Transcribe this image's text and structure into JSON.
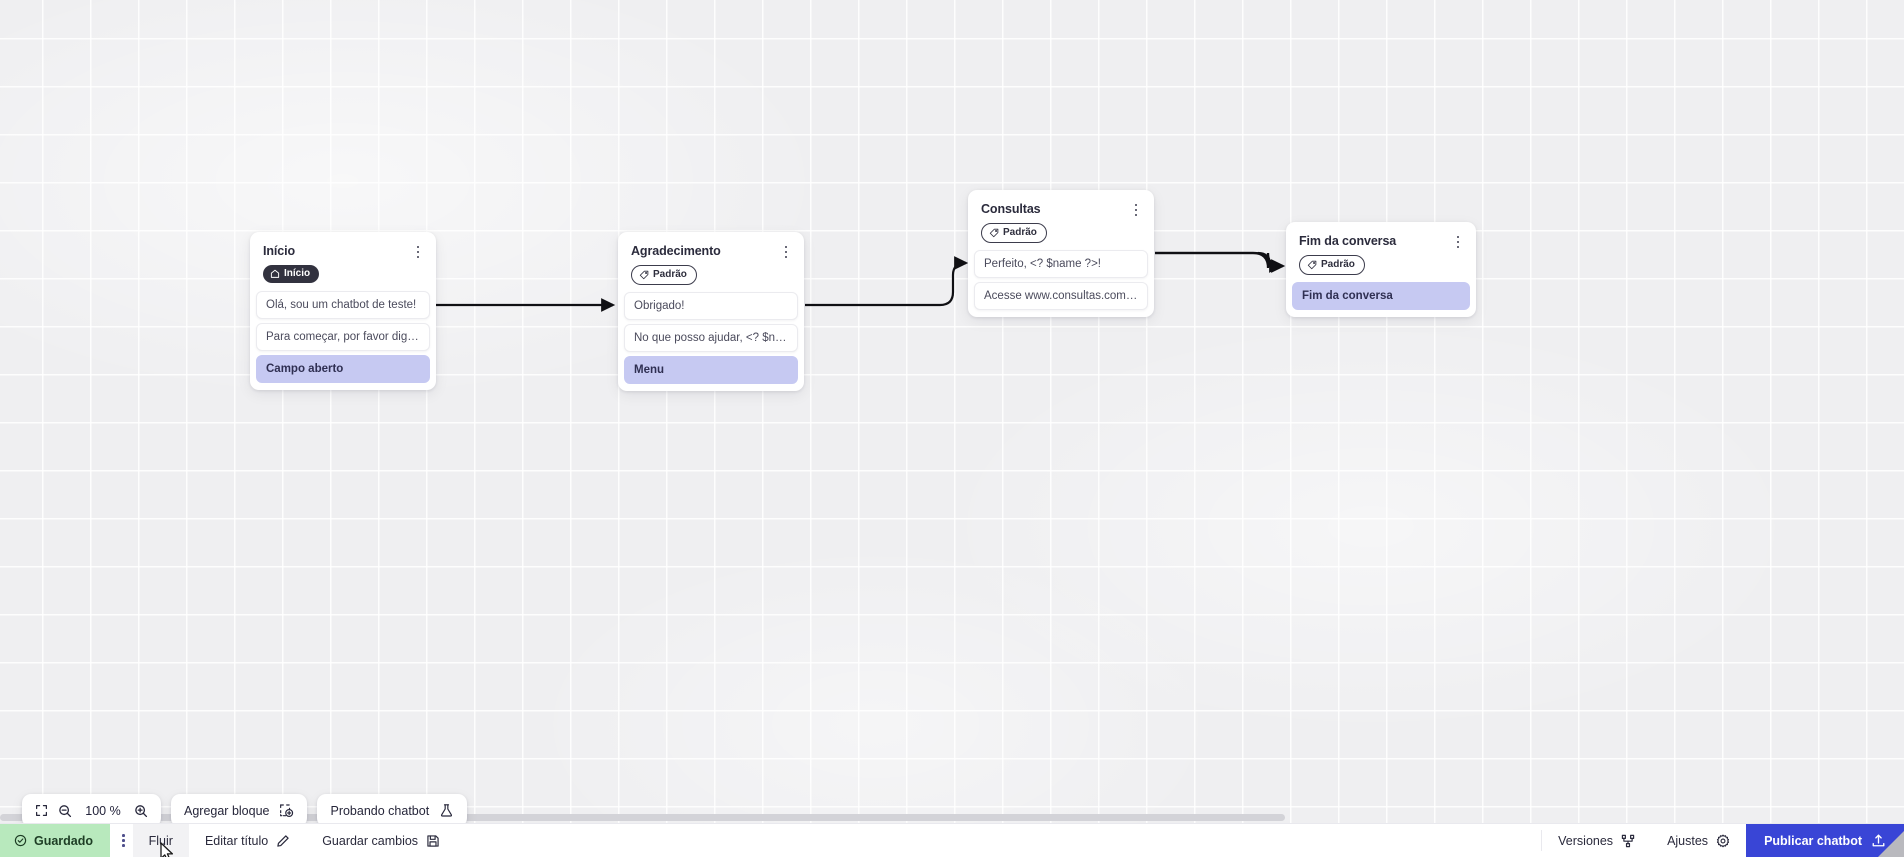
{
  "canvas": {
    "zoom_level": "100 %",
    "grid": "dotted-grid"
  },
  "nodes": [
    {
      "id": "inicio",
      "title": "Início",
      "badge": {
        "label": "Início",
        "style": "dark",
        "icon": "home-icon"
      },
      "items": [
        {
          "text": "Olá, sou um chatbot de teste!",
          "accent": false
        },
        {
          "text": "Para começar, por favor digite o ...",
          "accent": false
        },
        {
          "text": "Campo aberto",
          "accent": true
        }
      ]
    },
    {
      "id": "agradecimento",
      "title": "Agradecimento",
      "badge": {
        "label": "Padrão",
        "style": "outline",
        "icon": "tag-icon"
      },
      "items": [
        {
          "text": "Obrigado!",
          "accent": false
        },
        {
          "text": "No que posso ajudar, <? $name ...",
          "accent": false
        },
        {
          "text": "Menu",
          "accent": true
        }
      ]
    },
    {
      "id": "consultas",
      "title": "Consultas",
      "badge": {
        "label": "Padrão",
        "style": "outline",
        "icon": "tag-icon"
      },
      "items": [
        {
          "text": "Perfeito, <? $name ?>!",
          "accent": false
        },
        {
          "text": "Acesse www.consultas.com par...",
          "accent": false
        }
      ]
    },
    {
      "id": "fim",
      "title": "Fim da conversa",
      "badge": {
        "label": "Padrão",
        "style": "outline",
        "icon": "tag-icon"
      },
      "items": [
        {
          "text": "Fim da conversa",
          "accent": true
        }
      ]
    }
  ],
  "toolbar": {
    "fit_icon": "fit-screen-icon",
    "zoom_out_icon": "zoom-out-icon",
    "zoom_in_icon": "zoom-in-icon",
    "zoom_value": "100 %",
    "add_block_label": "Agregar bloque",
    "add_block_icon": "add-block-icon",
    "test_chatbot_label": "Probando chatbot",
    "test_chatbot_icon": "flask-icon"
  },
  "statusbar": {
    "saved_label": "Guardado",
    "saved_icon": "check-circle-icon",
    "saved_color": "#b8e9bd",
    "more_icon": "vertical-dots-icon",
    "flow_tab_label": "Fluir",
    "edit_title_label": "Editar título",
    "edit_title_icon": "pencil-icon",
    "save_changes_label": "Guardar cambios",
    "save_changes_icon": "floppy-disk-icon",
    "versions_label": "Versiones",
    "versions_icon": "branch-icon",
    "settings_label": "Ajustes",
    "settings_icon": "gear-icon",
    "publish_label": "Publicar chatbot",
    "publish_icon": "upload-icon",
    "publish_color": "#3945d6"
  }
}
